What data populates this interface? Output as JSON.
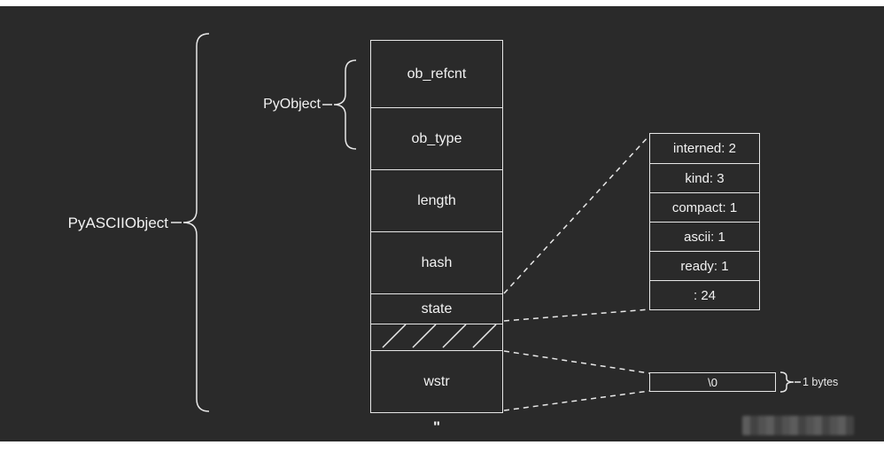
{
  "labels": {
    "outer_struct": "PyASCIIObject",
    "inner_struct": "PyObject"
  },
  "struct_fields": [
    "ob_refcnt",
    "ob_type",
    "length",
    "hash",
    "state",
    "wstr"
  ],
  "state_bits": [
    "interned: 2",
    "kind: 3",
    "compact: 1",
    "ascii: 1",
    "ready: 1",
    ": 24"
  ],
  "wstr": {
    "value": "\\0",
    "size_label": "1 bytes"
  },
  "string_literal": "\"",
  "colors": {
    "background": "#2a2a2a",
    "line": "#e8e8e8",
    "text": "#f2f2f2"
  }
}
